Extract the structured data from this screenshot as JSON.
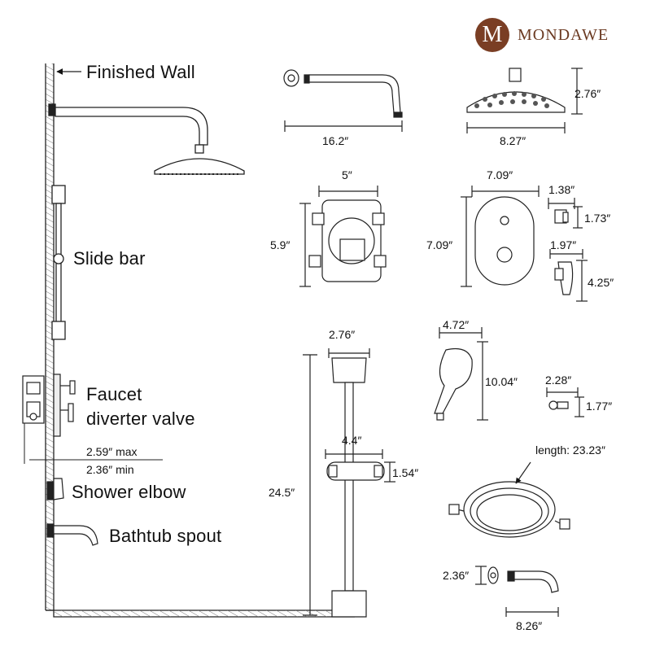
{
  "brand": {
    "name": "MONDAWE",
    "logo_letter": "M"
  },
  "labels": {
    "finished_wall": "Finished Wall",
    "slide_bar": "Slide bar",
    "faucet_line1": "Faucet",
    "faucet_line2": "diverter valve",
    "shower_elbow": "Shower elbow",
    "bathtub_spout": "Bathtub spout"
  },
  "dims": {
    "wall_max": "2.59″ max",
    "wall_min": "2.36″ min",
    "arm_length": "16.2″",
    "head_height": "2.76″",
    "head_width": "8.27″",
    "valve_width": "5″",
    "valve_height": "5.9″",
    "plate_width": "7.09″",
    "plate_height": "7.09″",
    "knob_small_w": "1.38″",
    "knob_small_h": "1.73″",
    "knob_big_w": "1.97″",
    "knob_big_h": "4.25″",
    "holder_width": "2.76″",
    "bar_height": "24.5″",
    "slider_width": "4.4″",
    "slider_height": "1.54″",
    "hand_width": "4.72″",
    "hand_height": "10.04″",
    "outlet_width": "2.28″",
    "outlet_height": "1.77″",
    "hose_length": "length: 23.23″",
    "flange_size": "2.36″",
    "spout_length": "8.26″"
  }
}
